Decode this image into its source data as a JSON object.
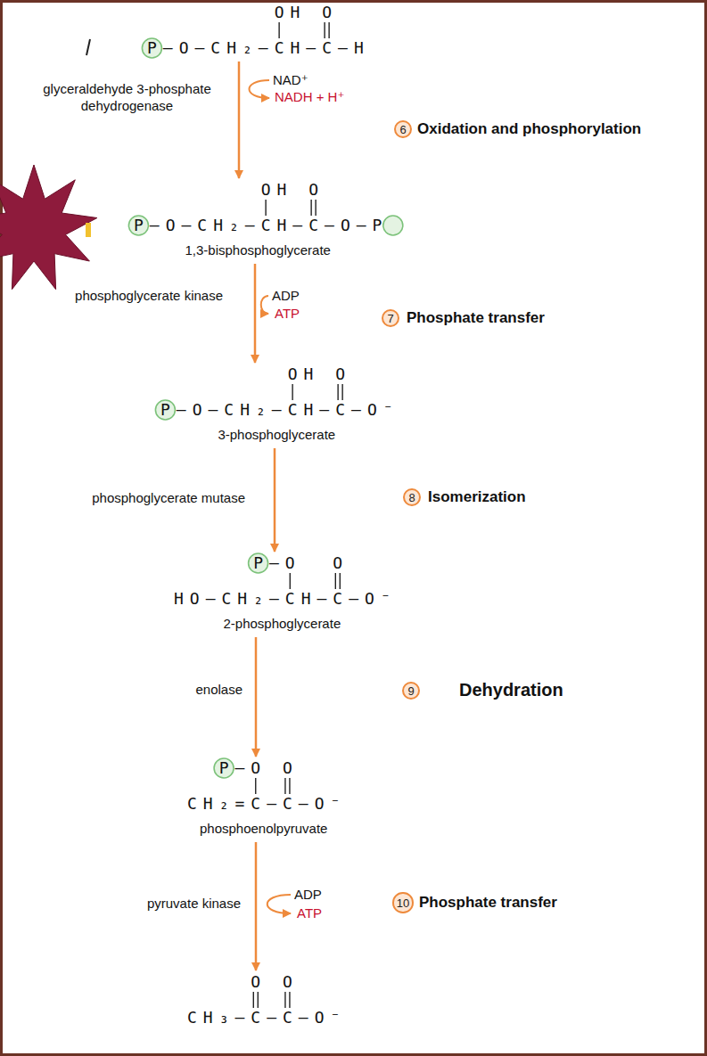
{
  "diagram": {
    "nodes": [
      {
        "text": [
          "OH",
          "O",
          "P—O—CH₂—CH—C—H"
        ]
      },
      {
        "text": [
          "6"
        ]
      },
      {
        "text": [
          "OH",
          "O",
          "P—O—CH₂—CH—C—O—P",
          "1,3-bisphosphoglycerate"
        ]
      },
      {
        "text": [
          "7"
        ]
      },
      {
        "text": [
          "OH",
          "O",
          "P—O—CH₂—CH—C—O⁻",
          "3-phosphoglycerate"
        ]
      },
      {
        "text": [
          "8"
        ]
      },
      {
        "text": [
          "P—O",
          "O",
          "HO—CH₂—CH—C—O⁻",
          "2-phosphoglycerate"
        ]
      },
      {
        "text": [
          "9"
        ]
      },
      {
        "text": [
          "P—O",
          "O",
          "CH₂=C—C—O⁻",
          "phosphoenolpyruvate"
        ]
      },
      {
        "text": [
          "10"
        ]
      },
      {
        "text": [
          "O",
          "O",
          "CH₃—C—C—O⁻"
        ]
      }
    ],
    "edges": [
      {
        "from": 0,
        "to": 2,
        "arrow": "to",
        "label": "glyceraldehyde 3-phosphate dehydrogenase"
      },
      {
        "from": 2,
        "to": 4,
        "arrow": "to",
        "label": "phosphoglycerate kinase"
      },
      {
        "from": 4,
        "to": 6,
        "arrow": "to",
        "label": "phosphoglycerate mutase"
      },
      {
        "from": 6,
        "to": 8,
        "arrow": "to",
        "label": "enolase"
      },
      {
        "from": 8,
        "to": 10,
        "arrow": "to",
        "label": "pyruvate kinase"
      }
    ],
    "labels": [
      "NAD⁺",
      "NADH + H⁺",
      "Oxidation and phosphorylation",
      "ADP",
      "ATP",
      "Phosphate transfer",
      "Isomerization",
      "Dehydration",
      "ADP",
      "ATP",
      "Phosphate transfer"
    ]
  }
}
